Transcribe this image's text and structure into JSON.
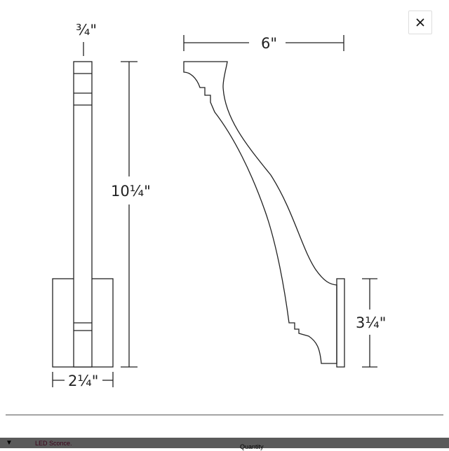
{
  "dimensions": {
    "width_label": "¾\"",
    "height_label": "10¼\"",
    "base_width_label": "2¼\"",
    "depth_label": "6\"",
    "backplate_height_label": "3¼\""
  },
  "bottom_bar": {
    "arrow_glyph": "▼",
    "product_label": "LED Sconce.",
    "quantity_label": "Quantity"
  },
  "icons": {
    "close": "close-icon",
    "collapse": "chevron-down-icon"
  },
  "colors": {
    "line": "#222222",
    "bar": "#5a5a5a",
    "product_text": "#3a0018"
  }
}
